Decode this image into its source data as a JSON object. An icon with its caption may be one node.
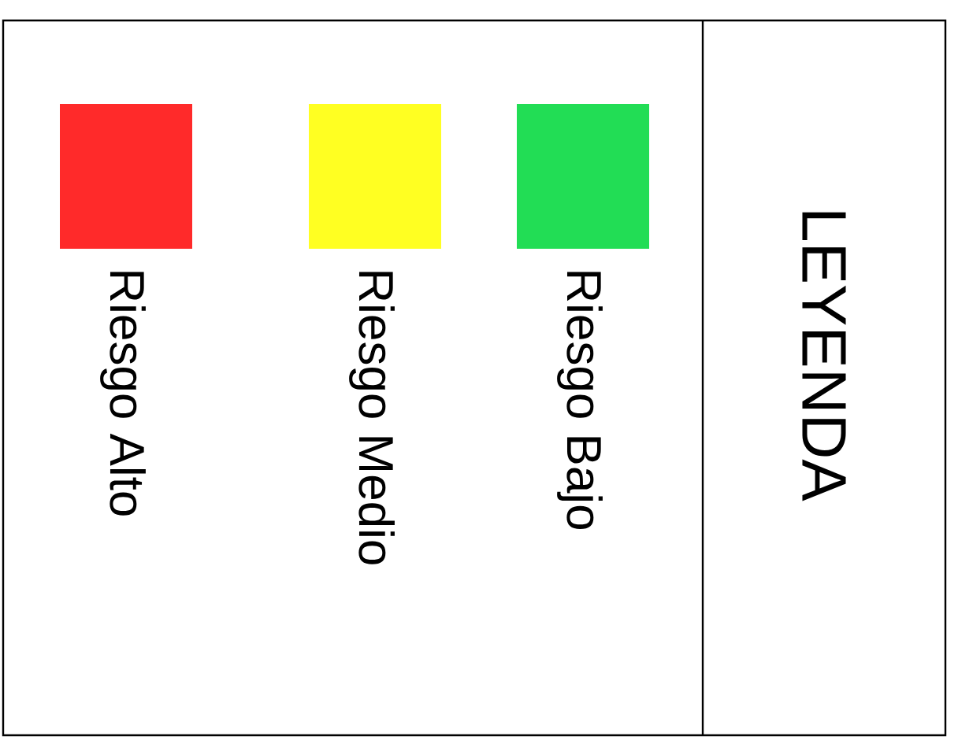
{
  "diagram": {
    "title": "LEYENDA",
    "legend": [
      {
        "text": "Riesgo Alto",
        "color": "#ff2a2a"
      },
      {
        "text": "Riesgo Medio",
        "color": "#ffff22"
      },
      {
        "text": "Riesgo Bajo",
        "color": "#22dd55"
      }
    ]
  }
}
